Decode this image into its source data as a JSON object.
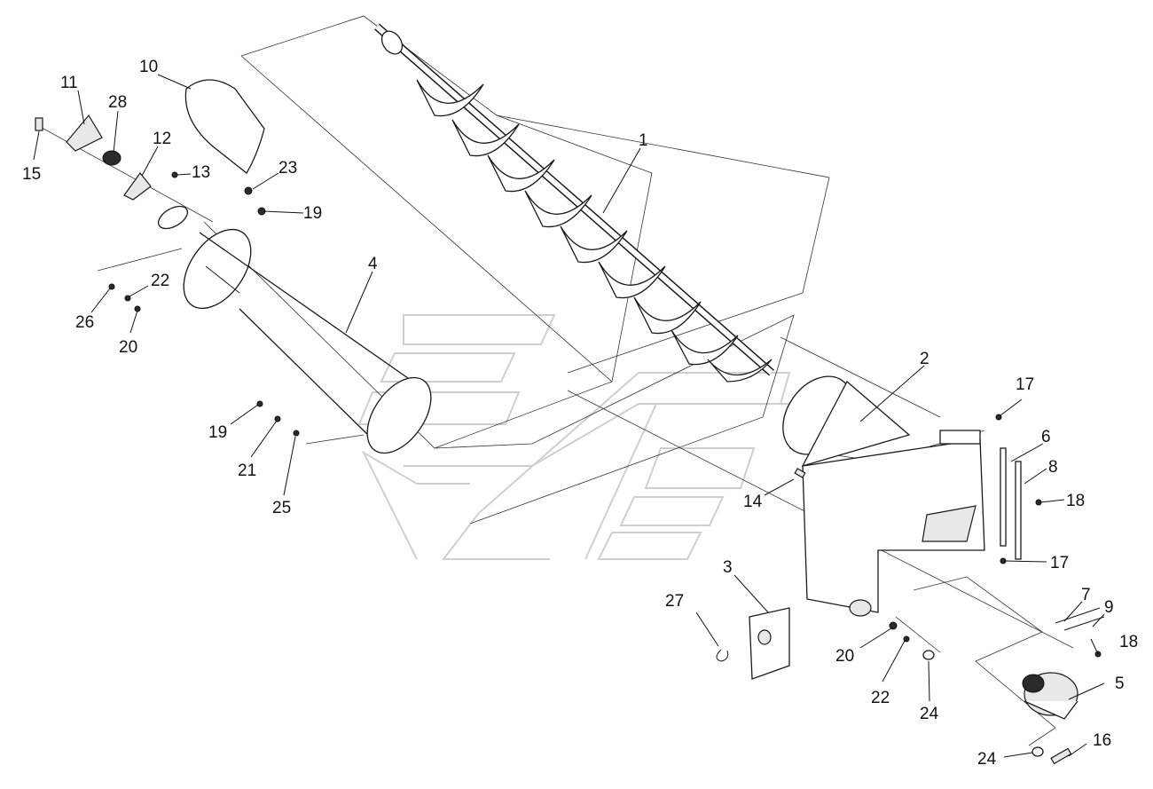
{
  "diagram": {
    "type": "exploded-parts-drawing",
    "callouts": [
      {
        "id": "c1",
        "label": "1"
      },
      {
        "id": "c2",
        "label": "2"
      },
      {
        "id": "c3",
        "label": "3"
      },
      {
        "id": "c4",
        "label": "4"
      },
      {
        "id": "c5",
        "label": "5"
      },
      {
        "id": "c6",
        "label": "6"
      },
      {
        "id": "c7",
        "label": "7"
      },
      {
        "id": "c8",
        "label": "8"
      },
      {
        "id": "c9",
        "label": "9"
      },
      {
        "id": "c10",
        "label": "10"
      },
      {
        "id": "c11",
        "label": "11"
      },
      {
        "id": "c12",
        "label": "12"
      },
      {
        "id": "c13",
        "label": "13"
      },
      {
        "id": "c14",
        "label": "14"
      },
      {
        "id": "c15",
        "label": "15"
      },
      {
        "id": "c16",
        "label": "16"
      },
      {
        "id": "c17a",
        "label": "17"
      },
      {
        "id": "c17b",
        "label": "17"
      },
      {
        "id": "c18a",
        "label": "18"
      },
      {
        "id": "c18b",
        "label": "18"
      },
      {
        "id": "c19a",
        "label": "19"
      },
      {
        "id": "c19b",
        "label": "19"
      },
      {
        "id": "c20a",
        "label": "20"
      },
      {
        "id": "c20b",
        "label": "20"
      },
      {
        "id": "c21",
        "label": "21"
      },
      {
        "id": "c22a",
        "label": "22"
      },
      {
        "id": "c22b",
        "label": "22"
      },
      {
        "id": "c23",
        "label": "23"
      },
      {
        "id": "c24a",
        "label": "24"
      },
      {
        "id": "c24b",
        "label": "24"
      },
      {
        "id": "c25",
        "label": "25"
      },
      {
        "id": "c26",
        "label": "26"
      },
      {
        "id": "c27",
        "label": "27"
      },
      {
        "id": "c28",
        "label": "28"
      }
    ]
  }
}
